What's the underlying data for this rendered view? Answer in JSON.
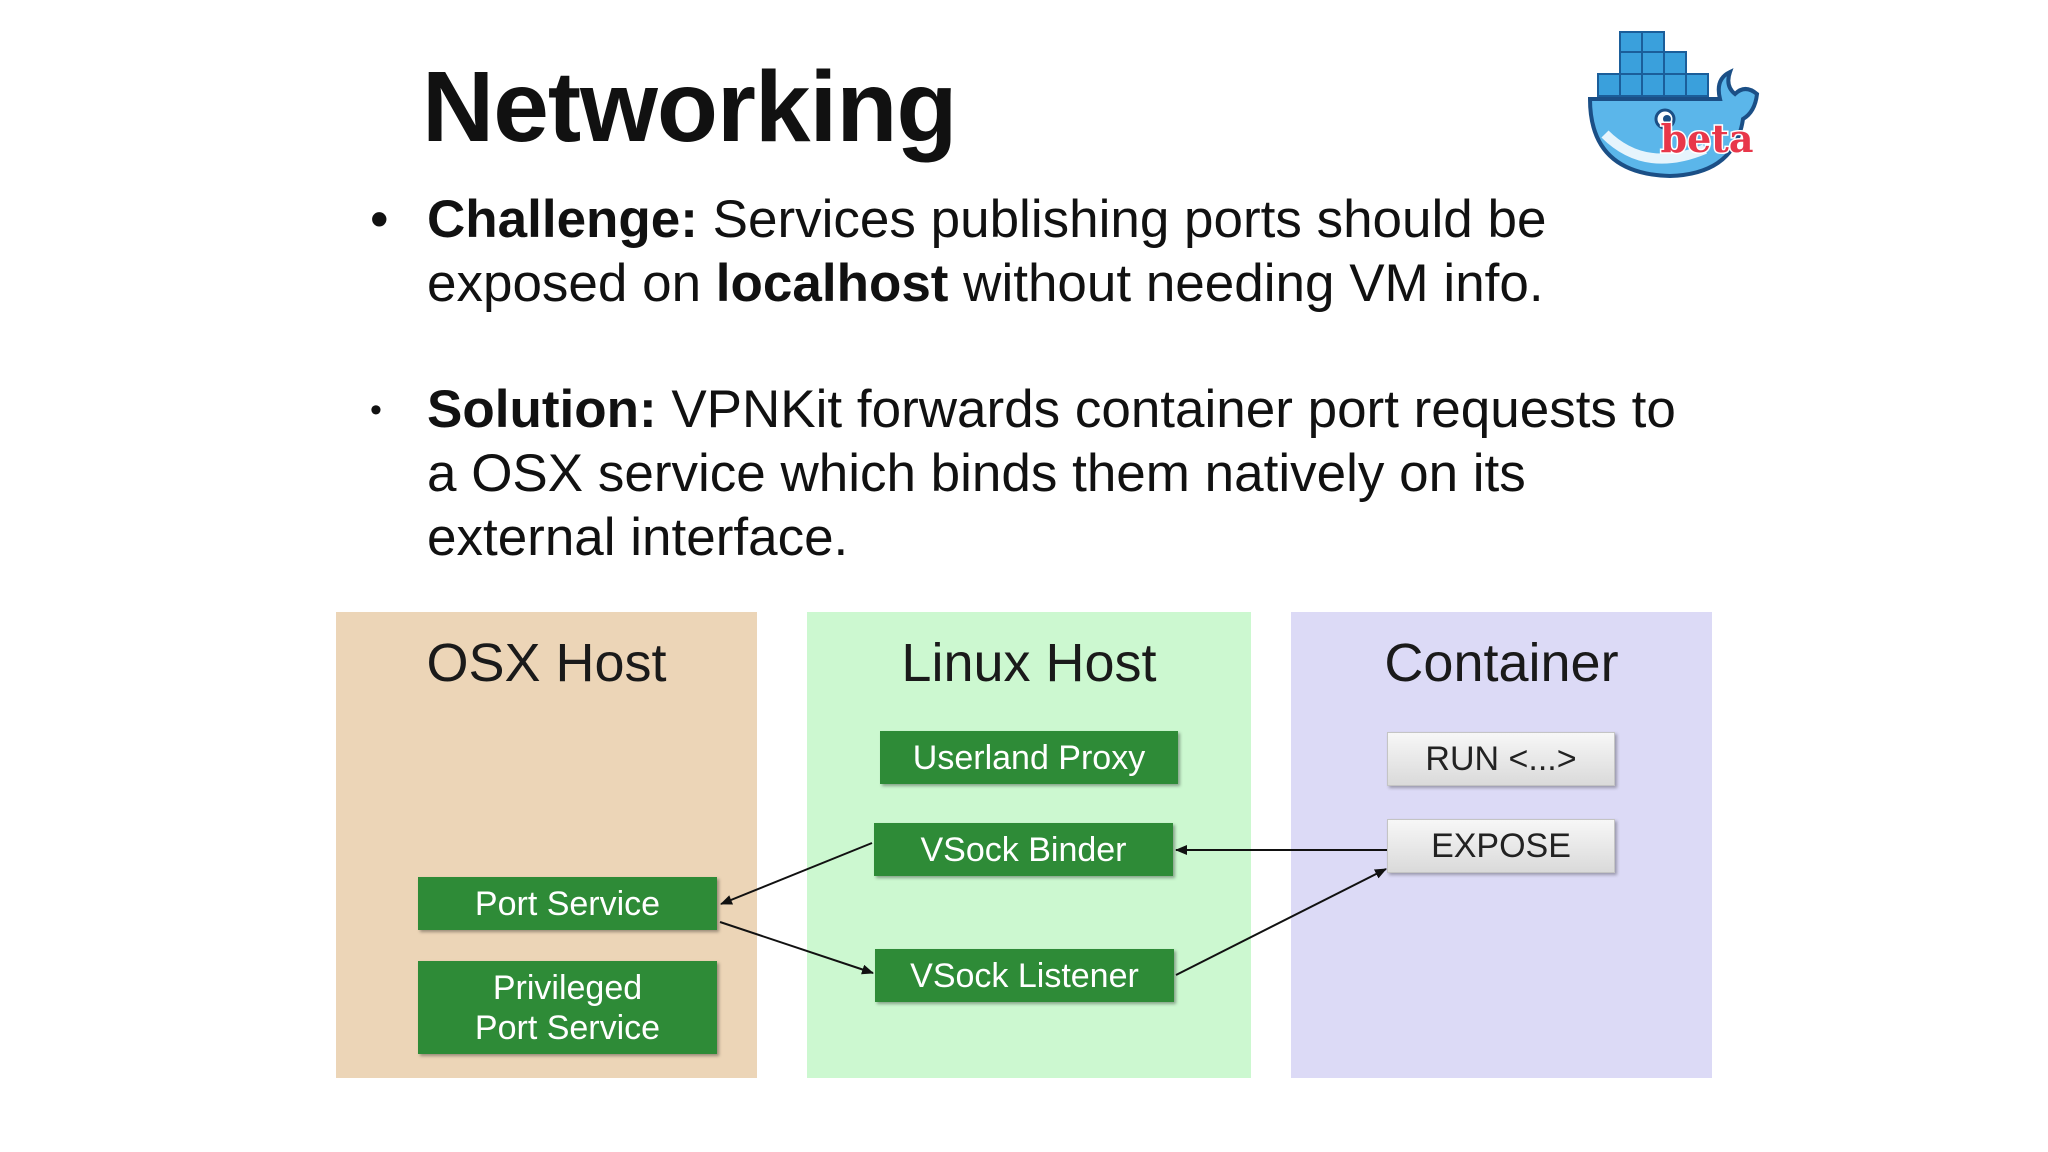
{
  "slide": {
    "title": "Networking",
    "logo_badge": "beta"
  },
  "bullets": [
    {
      "marker": "•",
      "label": "Challenge:",
      "text_before": " Services publishing ports should be exposed on ",
      "keyword": "localhost",
      "text_after": " without needing VM info."
    },
    {
      "marker": "•",
      "label": "Solution:",
      "text_before": " VPNKit forwards container port requests to a OSX service which binds them natively on its external interface.",
      "keyword": "",
      "text_after": ""
    }
  ],
  "diagram": {
    "panels": {
      "osx": {
        "title": "OSX Host",
        "color": "#ecd5b7"
      },
      "linux": {
        "title": "Linux Host",
        "color": "#ccf8d0"
      },
      "container": {
        "title": "Container",
        "color": "#dcdaf6"
      }
    },
    "boxes": {
      "port_service": "Port Service",
      "privileged_port_service": "Privileged Port Service",
      "userland_proxy": "Userland Proxy",
      "vsock_binder": "VSock Binder",
      "vsock_listener": "VSock Listener",
      "run": "RUN <...>",
      "expose": "EXPOSE"
    },
    "colors": {
      "green_box": "#2e8b37",
      "arrow": "#111111"
    }
  }
}
